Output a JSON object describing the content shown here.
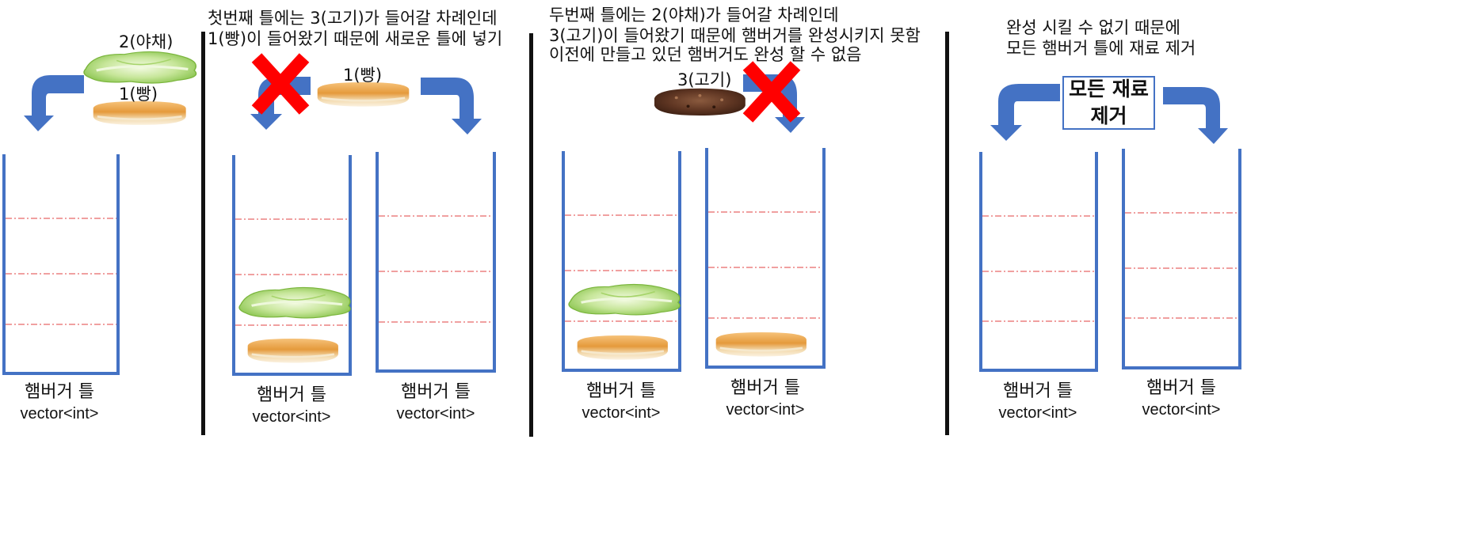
{
  "panel1": {
    "label_veg": "2(야채)",
    "label_bun": "1(빵)",
    "caption_title": "햄버거 틀",
    "caption_sub": "vector<int>"
  },
  "panel2": {
    "note_line1": "첫번째 틀에는 3(고기)가 들어갈 차례인데",
    "note_line2": "1(빵)이 들어왔기 때문에 새로운 틀에 넣기",
    "label_bun": "1(빵)",
    "caption_left_title": "햄버거 틀",
    "caption_left_sub": "vector<int>",
    "caption_right_title": "햄버거 틀",
    "caption_right_sub": "vector<int>"
  },
  "panel3": {
    "note_line1": "두번째 틀에는 2(야채)가 들어갈 차례인데",
    "note_line2": "3(고기)이 들어왔기 때문에 햄버거를 완성시키지 못함",
    "note_line3": "이전에 만들고 있던 햄버거도 완성 할 수 없음",
    "label_meat": "3(고기)",
    "caption_left_title": "햄버거 틀",
    "caption_left_sub": "vector<int>",
    "caption_right_title": "햄버거 틀",
    "caption_right_sub": "vector<int>"
  },
  "panel4": {
    "note_line1": "완성 시킬 수 없기 때문에",
    "note_line2": "모든 햄버거 틀에 재료 제거",
    "box_text": "모든 재료\n제거",
    "caption_left_title": "햄버거 틀",
    "caption_left_sub": "vector<int>",
    "caption_right_title": "햄버거 틀",
    "caption_right_sub": "vector<int>"
  },
  "colors": {
    "container": "#4472c4",
    "arrow": "#4472c4",
    "dash": "#e04040",
    "cross": "#ff0000",
    "separator": "#111111"
  }
}
